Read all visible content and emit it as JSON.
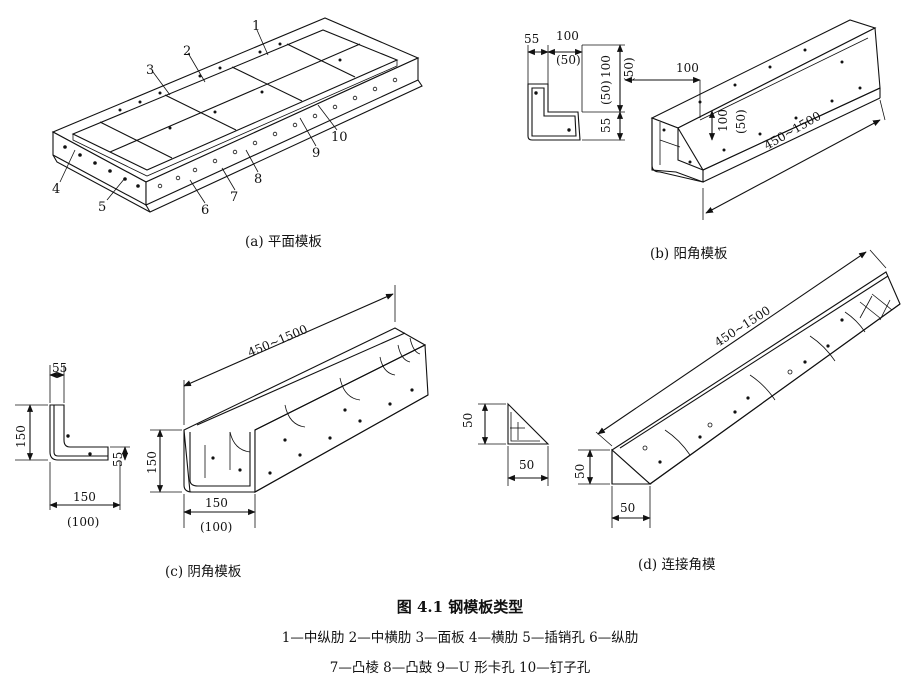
{
  "figure": {
    "title": "图 4.1   钢模板类型",
    "legend_line1": "1—中纵肋   2—中横肋   3—面板   4—横肋   5—插销孔   6—纵肋",
    "legend_line2": "7—凸棱   8—凸鼓   9—U 形卡孔   10—钉子孔"
  },
  "panels": {
    "a": {
      "caption": "(a) 平面模板",
      "callouts": [
        "1",
        "2",
        "3",
        "4",
        "5",
        "6",
        "7",
        "8",
        "9",
        "10"
      ]
    },
    "b": {
      "caption": "(b) 阳角模板",
      "dims": {
        "w55": "55",
        "w100": "100",
        "w100_alt": "(50)",
        "h100": "100",
        "h100_alt": "(50)",
        "top100": "100",
        "h55": "55",
        "h50": "(50)",
        "inner100": "100",
        "inner100_alt": "(50)",
        "length": "450~1500"
      }
    },
    "c": {
      "caption": "(c) 阴角模板",
      "dims": {
        "w55": "55",
        "h150": "150",
        "h55": "55",
        "w150": "150",
        "w150_alt": "(100)",
        "length": "450~1500",
        "body_h150": "150",
        "body_w150": "150",
        "body_w150_alt": "(100)"
      }
    },
    "d": {
      "caption": "(d) 连接角模",
      "dims": {
        "h50": "50",
        "w50": "50",
        "length": "450~1500",
        "body_h50": "50",
        "body_w50": "50"
      }
    }
  }
}
